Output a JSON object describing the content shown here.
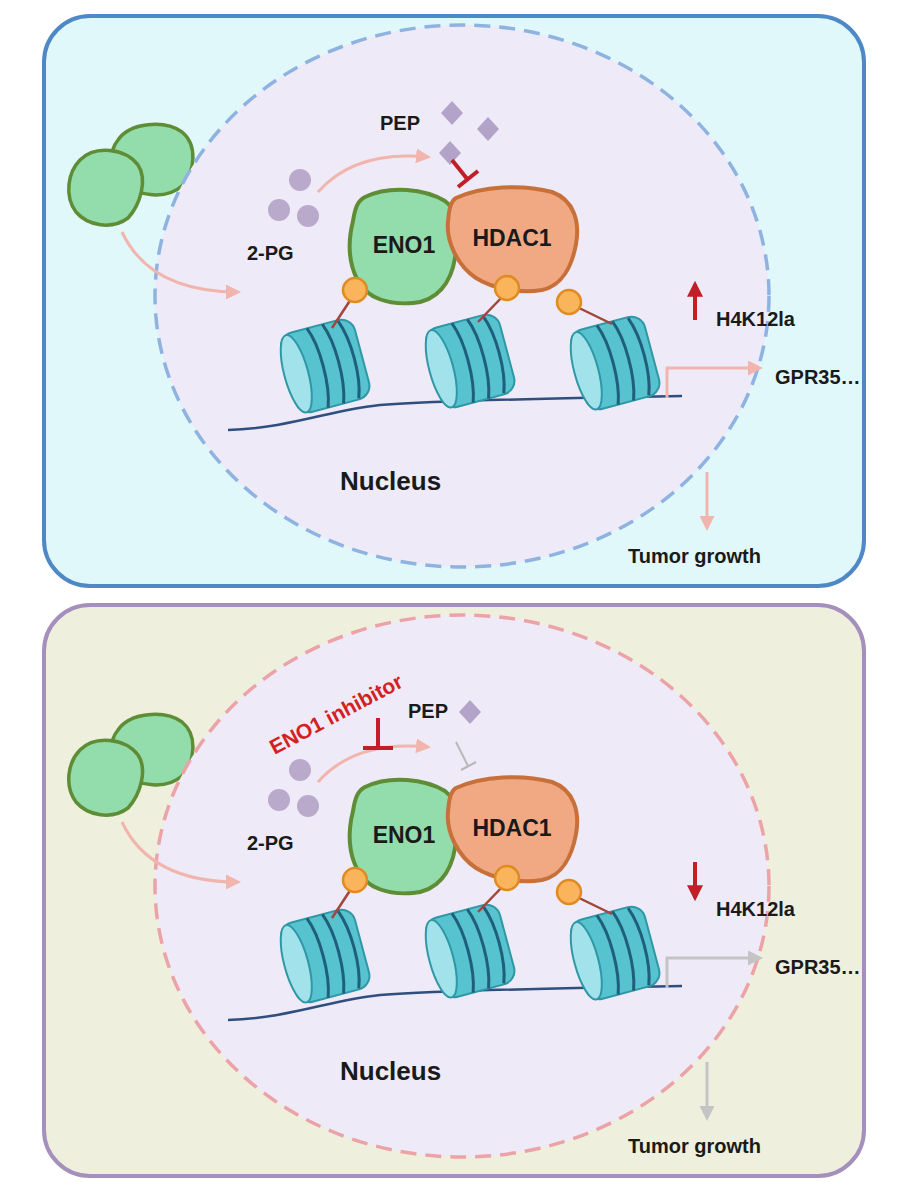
{
  "diagram": {
    "nodes": [
      {
        "text": [
          "Nucleus"
        ]
      },
      {
        "text": [
          "ENO1"
        ],
        "in": 0
      },
      {
        "text": [
          "HDAC1"
        ],
        "in": 0
      },
      {
        "text": [
          "Nucleus"
        ]
      },
      {
        "text": [
          "ENO1"
        ],
        "in": 3
      },
      {
        "text": [
          "HDAC1"
        ],
        "in": 3
      }
    ],
    "labels": [
      "PEP",
      "2-PG",
      "H4K12la",
      "GPR35…",
      "Tumor growth",
      "ENO1 inhibitor",
      "PEP",
      "2-PG",
      "H4K12la",
      "GPR35…",
      "Tumor growth"
    ]
  }
}
